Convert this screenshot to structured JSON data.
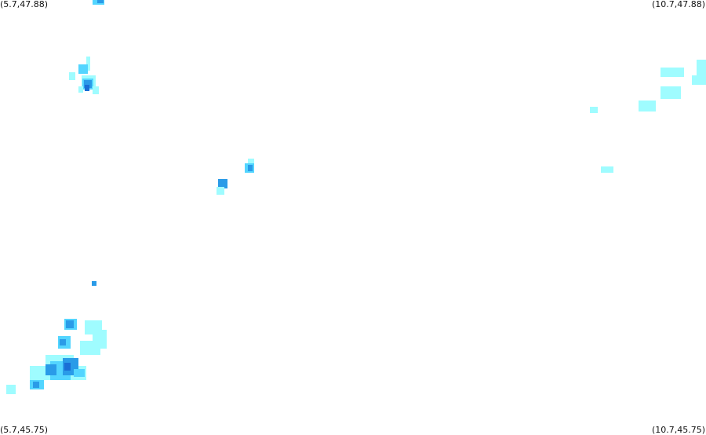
{
  "map": {
    "corners": {
      "top_left": "(5.7,47.88)",
      "top_right": "(10.7,47.88)",
      "bottom_left": "(5.7,45.75)",
      "bottom_right": "(10.7,45.75)"
    },
    "intensity_colors": {
      "light": "#9ffcff",
      "medium": "#53d5ff",
      "strong": "#2a9be8",
      "heavy": "#1a6fd6"
    }
  }
}
